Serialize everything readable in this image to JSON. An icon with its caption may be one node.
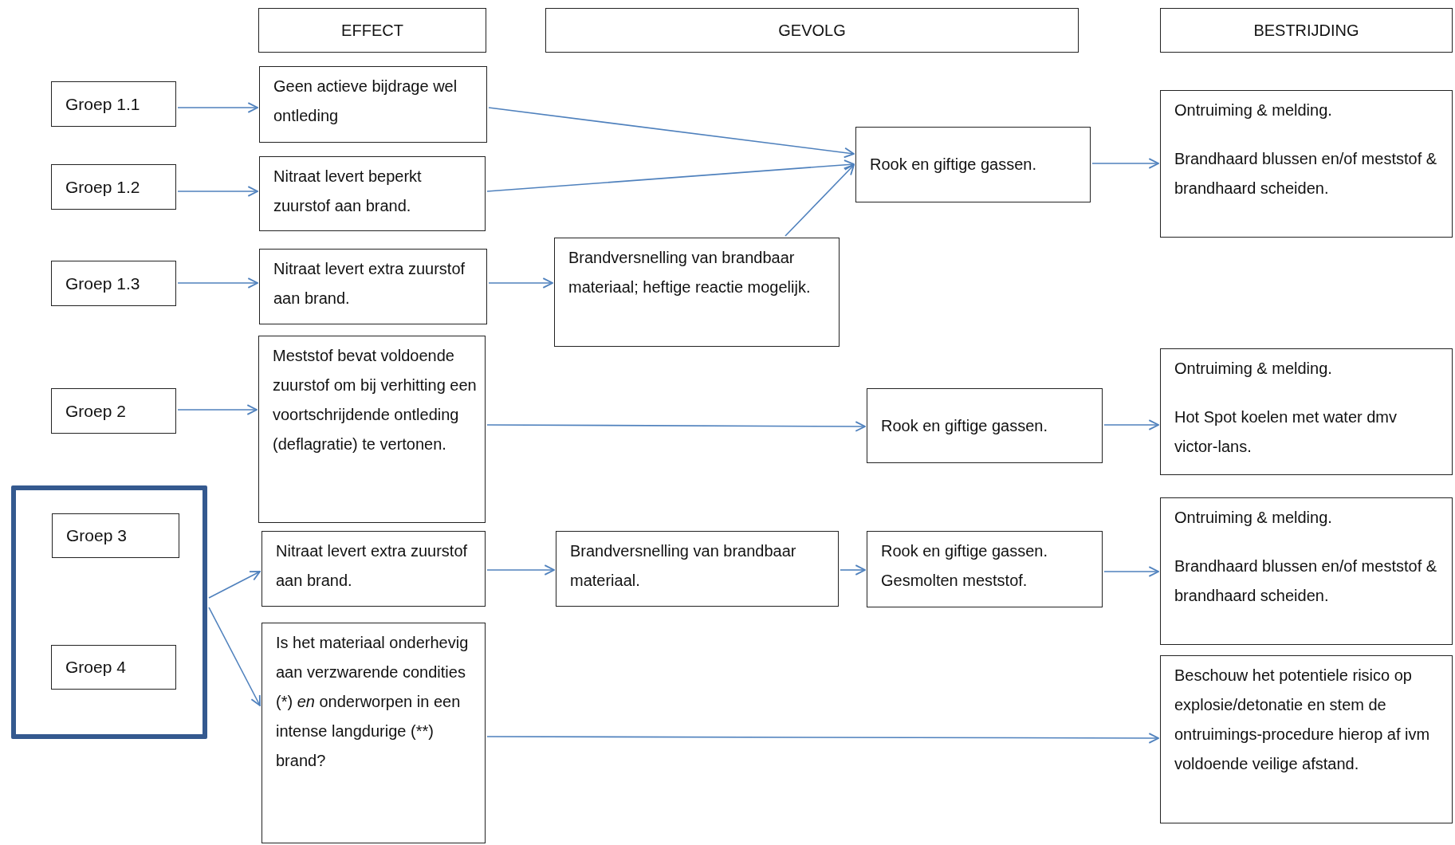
{
  "diagram": {
    "nodes": [
      {
        "text": [
          "EFFECT"
        ]
      },
      {
        "text": [
          "GEVOLG"
        ]
      },
      {
        "text": [
          "BESTRIJDING"
        ]
      },
      {
        "text": [
          "Groep 1.1"
        ]
      },
      {
        "text": [
          "Groep 1.2"
        ]
      },
      {
        "text": [
          "Groep 1.3"
        ]
      },
      {
        "text": [
          "Groep 2"
        ]
      },
      {
        "text": [],
        "shape": "box"
      },
      {
        "text": [
          "Groep 3"
        ],
        "in": 7
      },
      {
        "text": [
          "Groep 4"
        ],
        "in": 7
      },
      {
        "text": [
          "Geen actieve bijdrage wel ontleding"
        ]
      },
      {
        "text": [
          "Nitraat levert beperkt zuurstof aan brand."
        ]
      },
      {
        "text": [
          "Nitraat levert extra zuurstof aan brand."
        ]
      },
      {
        "text": [
          "Meststof bevat voldoende zuurstof om bij verhitting een voortschrijdende ontleding (deflagratie) te vertonen."
        ]
      },
      {
        "text": [
          "Nitraat levert extra zuurstof aan brand."
        ]
      },
      {
        "text": [
          "Is het materiaal onderhevig aan verzwarende condities (*) *en* onderworpen in een intense langdurige (**) brand?"
        ]
      },
      {
        "text": [
          "Brandversnelling van brandbaar materiaal; heftige reactie mogelijk."
        ]
      },
      {
        "text": [
          "Rook en giftige gassen."
        ]
      },
      {
        "text": [
          "Rook en giftige gassen."
        ]
      },
      {
        "text": [
          "Brandversnelling van brandbaar materiaal."
        ]
      },
      {
        "text": [
          "Rook en giftige gassen.",
          "Gesmolten meststof."
        ]
      },
      {
        "text": [
          "Ontruiming & melding.",
          "Brandhaard blussen en/of meststof & brandhaard scheiden."
        ]
      },
      {
        "text": [
          "Ontruiming & melding.",
          "Hot Spot koelen met water dmv victor-lans."
        ]
      },
      {
        "text": [
          "Ontruiming & melding.",
          "Brandhaard blussen en/of meststof & brandhaard scheiden."
        ]
      },
      {
        "text": [
          "Beschouw het potentiele risico op explosie/detonatie en stem de ontruimings-procedure hierop af ivm voldoende veilige afstand."
        ]
      }
    ],
    "edges": [
      {
        "from": 3,
        "to": 10,
        "arrow": "to"
      },
      {
        "from": 4,
        "to": 11,
        "arrow": "to"
      },
      {
        "from": 5,
        "to": 12,
        "arrow": "to"
      },
      {
        "from": 6,
        "to": 13,
        "arrow": "to"
      },
      {
        "from": 7,
        "to": 14,
        "arrow": "to"
      },
      {
        "from": 7,
        "to": 15,
        "arrow": "to"
      },
      {
        "from": 10,
        "to": 17,
        "arrow": "to"
      },
      {
        "from": 11,
        "to": 17,
        "arrow": "to"
      },
      {
        "from": 16,
        "to": 17,
        "arrow": "to"
      },
      {
        "from": 12,
        "to": 16,
        "arrow": "to"
      },
      {
        "from": 13,
        "to": 18,
        "arrow": "to"
      },
      {
        "from": 17,
        "to": 21,
        "arrow": "to"
      },
      {
        "from": 18,
        "to": 22,
        "arrow": "to"
      },
      {
        "from": 14,
        "to": 19,
        "arrow": "to"
      },
      {
        "from": 19,
        "to": 20,
        "arrow": "to"
      },
      {
        "from": 20,
        "to": 23,
        "arrow": "to"
      },
      {
        "from": 15,
        "to": 24,
        "arrow": "to"
      }
    ]
  }
}
